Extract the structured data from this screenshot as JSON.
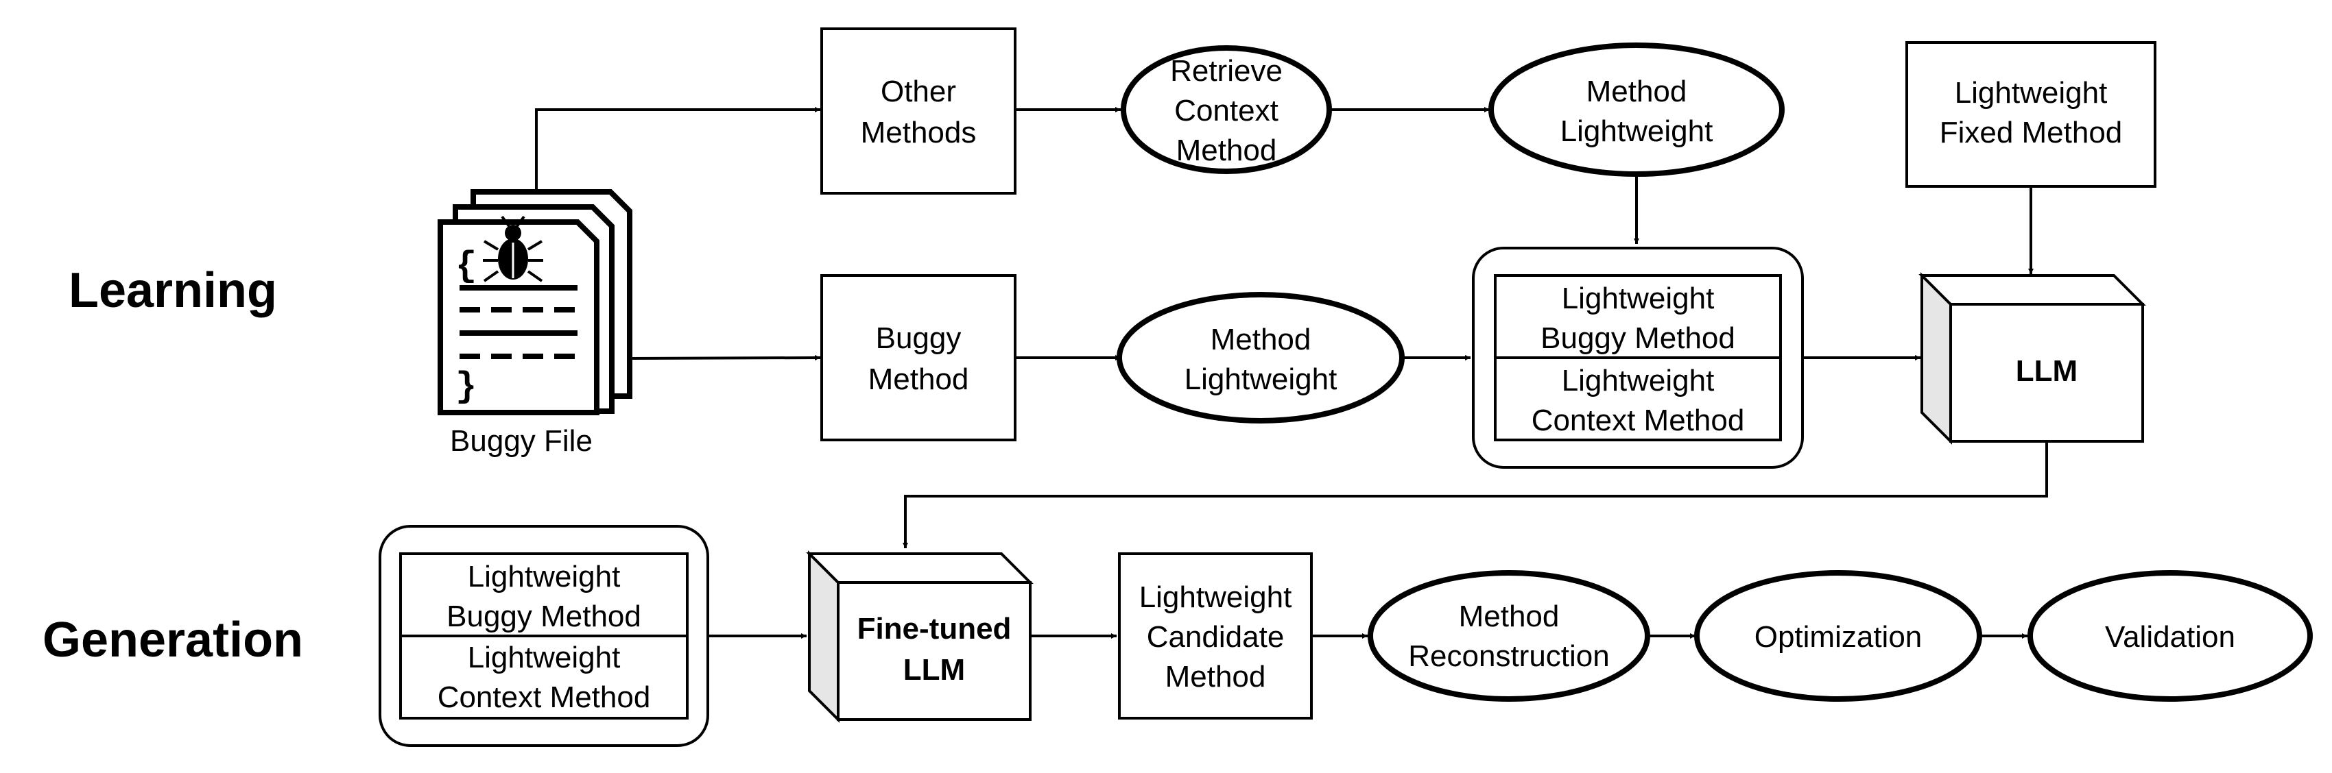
{
  "phases": {
    "learning": "Learning",
    "generation": "Generation"
  },
  "learning": {
    "buggy_file": "Buggy File",
    "other_methods": [
      "Other",
      "Methods"
    ],
    "retrieve_context_method": [
      "Retrieve",
      "Context",
      "Method"
    ],
    "method_lightweight_top": [
      "Method",
      "Lightweight"
    ],
    "lightweight_fixed_method": [
      "Lightweight",
      "Fixed Method"
    ],
    "buggy_method": [
      "Buggy",
      "Method"
    ],
    "method_lightweight_mid": [
      "Method",
      "Lightweight"
    ],
    "pair_buggy": [
      "Lightweight",
      "Buggy Method"
    ],
    "pair_context": [
      "Lightweight",
      "Context Method"
    ],
    "llm": "LLM"
  },
  "generation": {
    "pair_buggy": [
      "Lightweight",
      "Buggy Method"
    ],
    "pair_context": [
      "Lightweight",
      "Context Method"
    ],
    "fine_tuned_llm": [
      "Fine-tuned",
      "LLM"
    ],
    "candidate_method": [
      "Lightweight",
      "Candidate",
      "Method"
    ],
    "method_reconstruction": [
      "Method",
      "Reconstruction"
    ],
    "optimization": "Optimization",
    "validation": "Validation"
  }
}
